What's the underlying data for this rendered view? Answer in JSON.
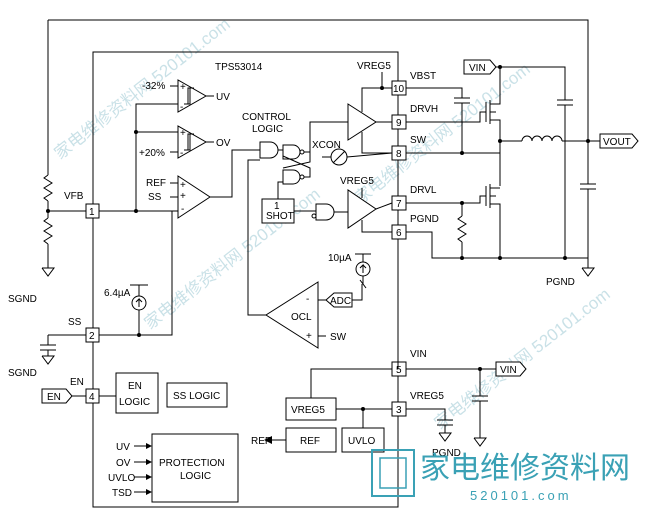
{
  "chip": {
    "name": "TPS53014"
  },
  "pins": [
    {
      "num": "1",
      "name": "VFB"
    },
    {
      "num": "2",
      "name": "SS"
    },
    {
      "num": "3",
      "name": "VREG5"
    },
    {
      "num": "4",
      "name": "EN"
    },
    {
      "num": "5",
      "name": "VIN"
    },
    {
      "num": "6",
      "name": "PGND"
    },
    {
      "num": "7",
      "name": "DRVL"
    },
    {
      "num": "8",
      "name": "SW"
    },
    {
      "num": "9",
      "name": "DRVH"
    },
    {
      "num": "10",
      "name": "VBST"
    }
  ],
  "comparators": {
    "uv_threshold": "-32%",
    "uv_output": "UV",
    "ov_threshold": "+20%",
    "ov_output": "OV",
    "ref_label": "REF",
    "ss_label": "SS",
    "plus": "+",
    "minus": "-"
  },
  "control": {
    "title_line1": "CONTROL",
    "title_line2": "LOGIC",
    "xcon": "XCON",
    "oneshot_line1": "1",
    "oneshot_line2": "SHOT",
    "vreg5_top": "VREG5",
    "vreg5_mid": "VREG5"
  },
  "ocl": {
    "label": "OCL",
    "current": "10µA",
    "adc": "ADC",
    "sw": "SW"
  },
  "ss_source": {
    "current": "6.4µA"
  },
  "blocks": {
    "en_logic_line1": "EN",
    "en_logic_line2": "LOGIC",
    "ss_logic": "SS LOGIC",
    "vreg5": "VREG5",
    "ref": "REF",
    "uvlo": "UVLO",
    "protection_line1": "PROTECTION",
    "protection_line2": "LOGIC",
    "ref_out": "REF"
  },
  "protection_inputs": [
    "UV",
    "OV",
    "UVLO",
    "TSD"
  ],
  "external": {
    "vin_top": "VIN",
    "vin_right": "VIN",
    "vout": "VOUT",
    "en": "EN",
    "sgnd_top": "SGND",
    "sgnd_bottom": "SGND",
    "pgnd_right": "PGND",
    "pgnd_bottom": "PGND"
  },
  "watermark": {
    "diagonal": "家电维修资料网 520101.com",
    "logo_cn": "家电维修资料网",
    "logo_url": "520101.com"
  }
}
